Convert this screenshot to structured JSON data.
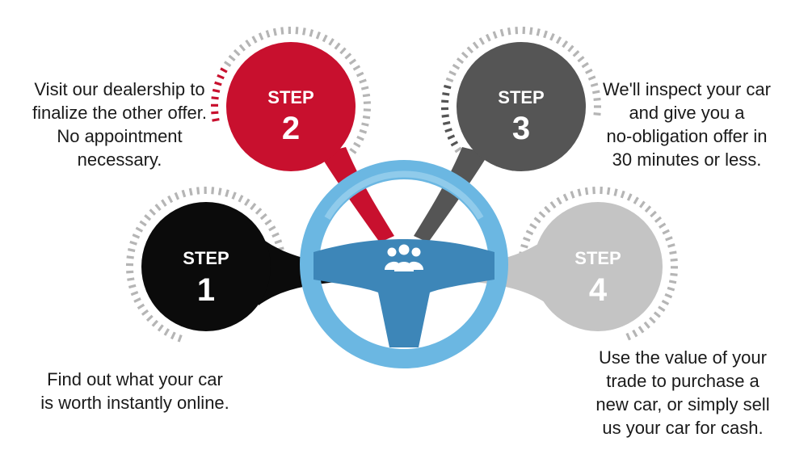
{
  "steps": [
    {
      "id": "1",
      "label": "STEP",
      "number": "1",
      "color": "#0b0b0b",
      "text_color": "#ffffff",
      "description": [
        "Find out what your car",
        "is worth instantly online."
      ]
    },
    {
      "id": "2",
      "label": "STEP",
      "number": "2",
      "color": "#c8102e",
      "text_color": "#ffffff",
      "description": [
        "Visit our dealership to",
        "finalize the other offer.",
        "No appointment",
        "necessary."
      ]
    },
    {
      "id": "3",
      "label": "STEP",
      "number": "3",
      "color": "#555555",
      "text_color": "#ffffff",
      "description": [
        "We'll inspect your car",
        "and give you a",
        "no-obligation offer in",
        "30 minutes or less."
      ]
    },
    {
      "id": "4",
      "label": "STEP",
      "number": "4",
      "color": "#c4c4c4",
      "text_color": "#ffffff",
      "description": [
        "Use the value of your",
        "trade to purchase a",
        "new car, or simply sell",
        "us your car for cash."
      ]
    }
  ],
  "wheel": {
    "rim_color": "#6bb7e2",
    "rim_highlight": "#9fd3f0",
    "spoke_color": "#3d86b8",
    "center_icon": "group-people-icon"
  },
  "tick_color": "#b5b5b5"
}
